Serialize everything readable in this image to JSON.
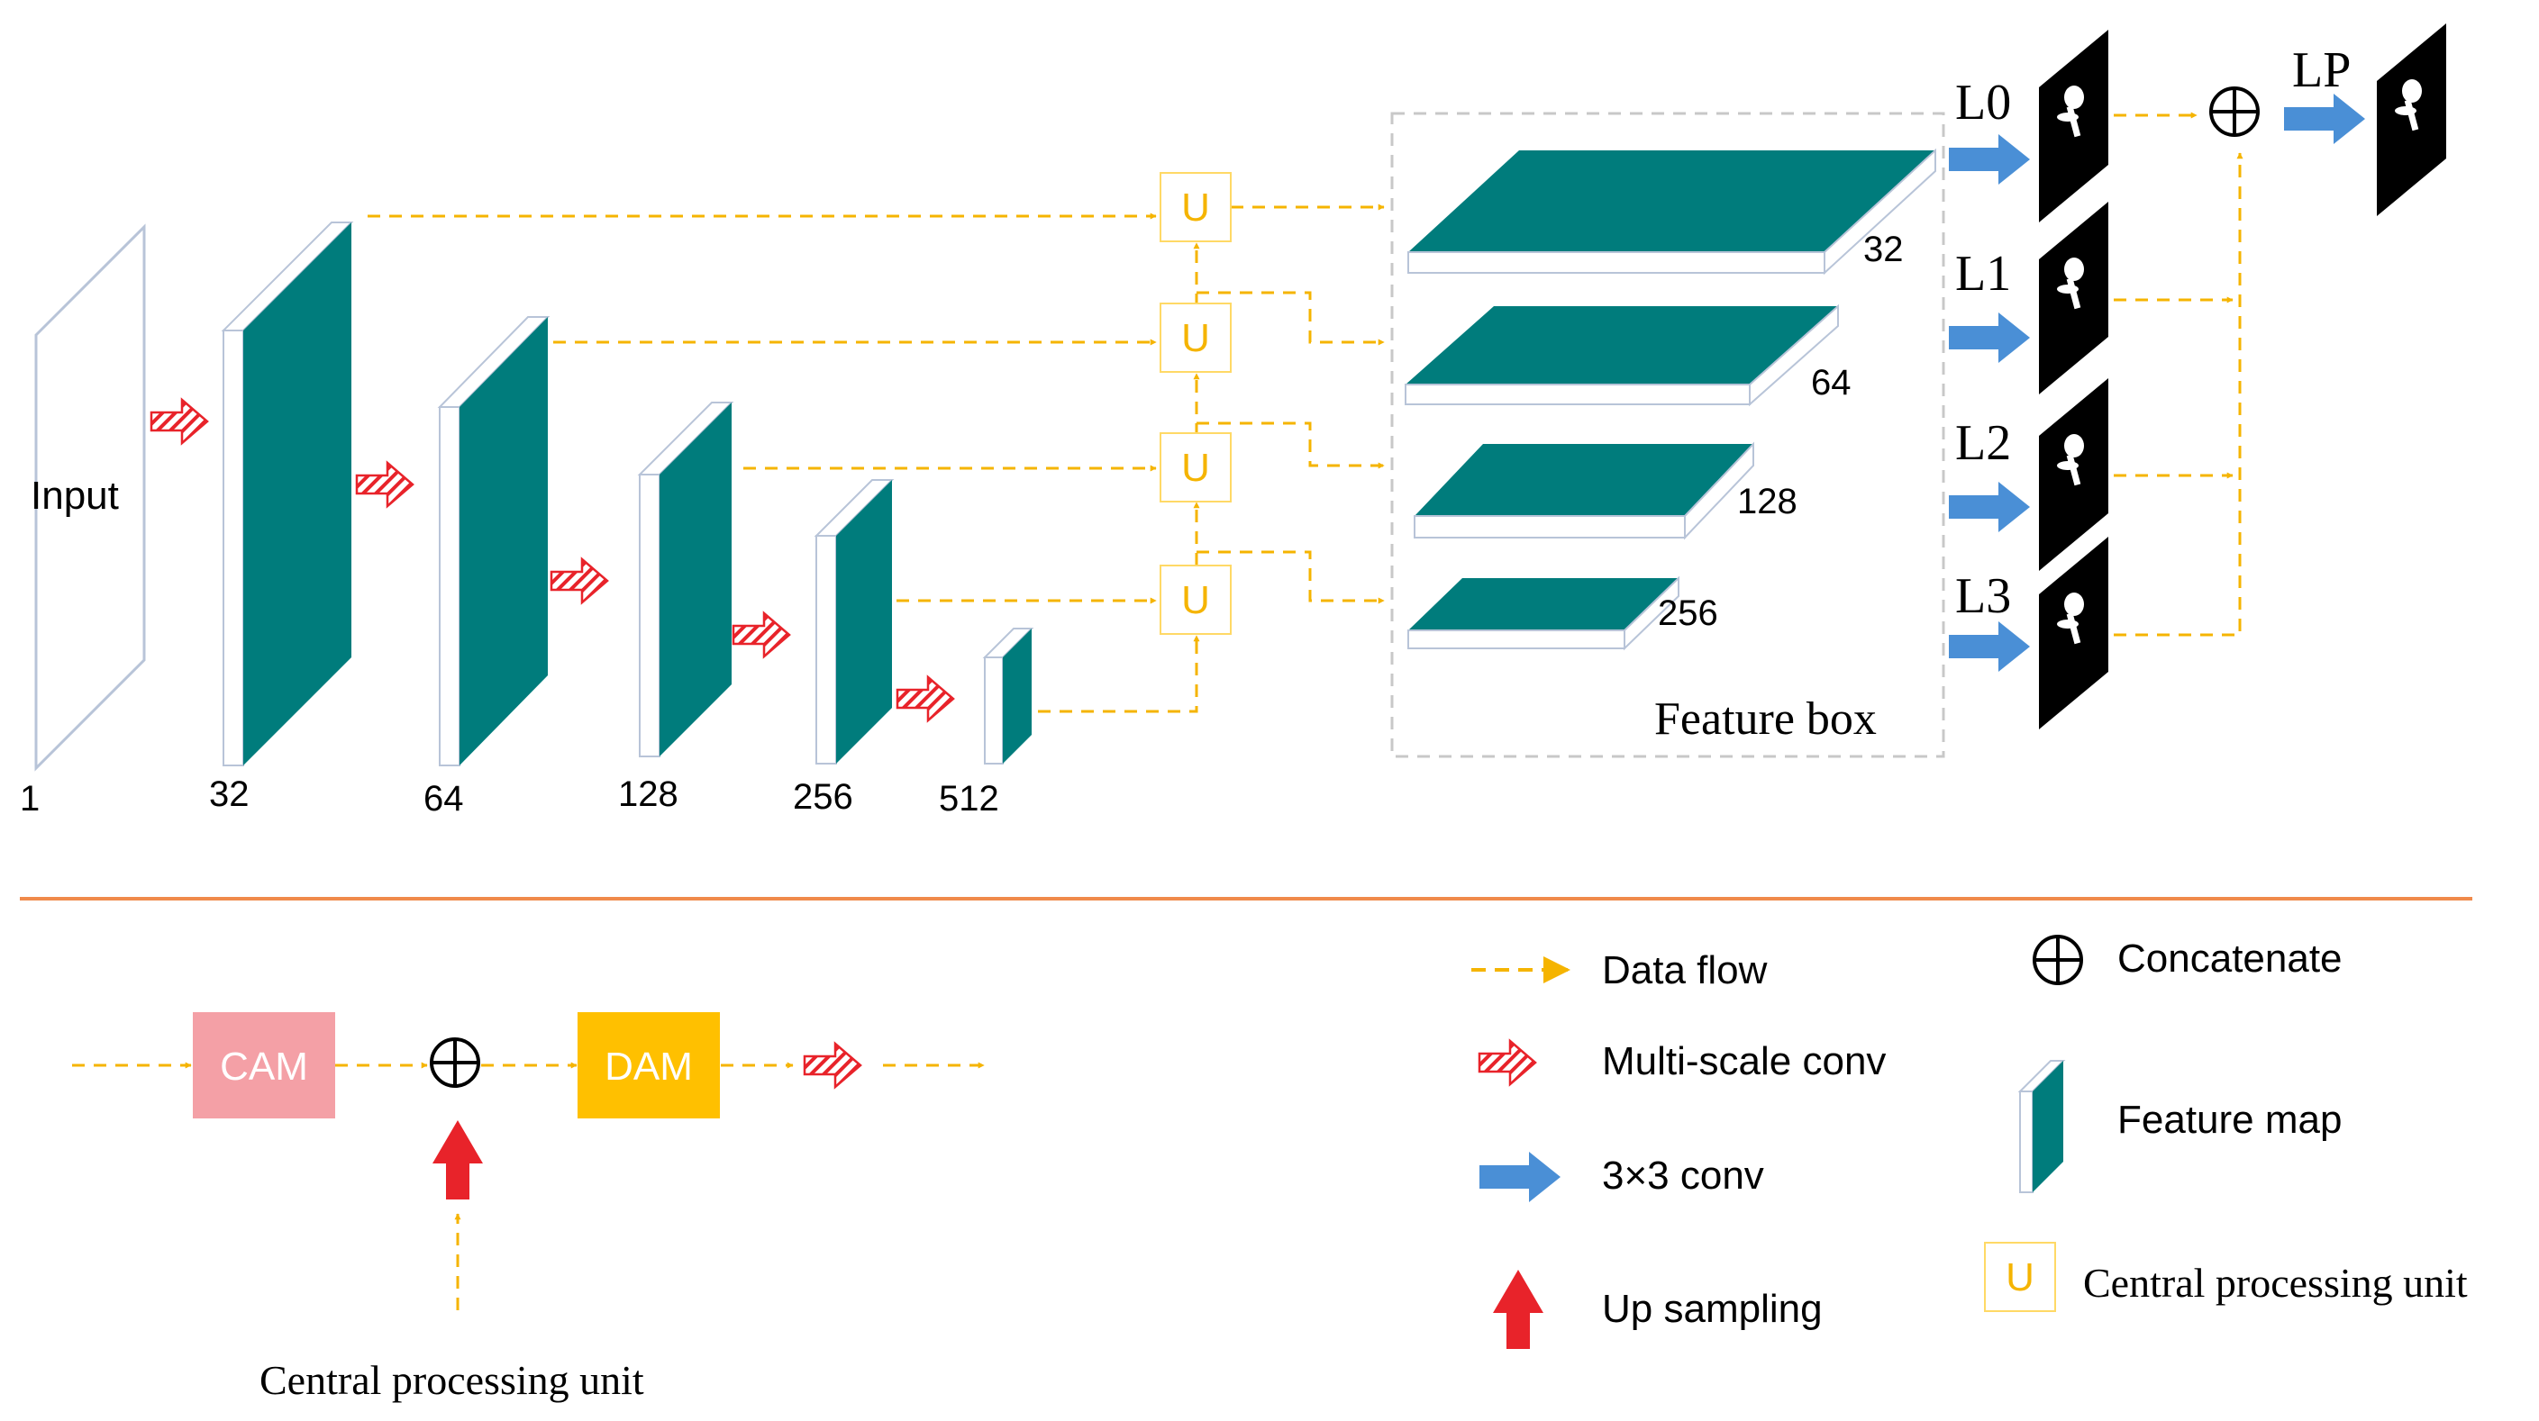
{
  "colors": {
    "teal": "#007C7C",
    "layer_side": "#FFFFFF",
    "flow": "#F5B400",
    "blue_arrow": "#4A8FD6",
    "red": "#E8232A",
    "cam": "#F4A0A6",
    "dam": "#FFC000",
    "divider": "#F08A4B",
    "box_dash": "#C8C8C8"
  },
  "encoder": {
    "input_label": "Input",
    "input_channels": "1",
    "channels": [
      "32",
      "64",
      "128",
      "256",
      "512"
    ]
  },
  "u_label": "U",
  "feature_box": {
    "title": "Feature box",
    "plates": [
      "32",
      "64",
      "128",
      "256"
    ]
  },
  "outputs": {
    "levels": [
      "L0",
      "L1",
      "L2",
      "L3"
    ],
    "final": "LP"
  },
  "cpu_detail": {
    "cam_label": "CAM",
    "dam_label": "DAM",
    "caption": "Central processing unit"
  },
  "legend": {
    "data_flow": "Data flow",
    "multi_scale_conv": "Multi-scale conv",
    "conv3x3": "3×3 conv",
    "up_sampling": "Up sampling",
    "concatenate": "Concatenate",
    "feature_map": "Feature map",
    "central_processing_unit": "Central processing unit"
  }
}
